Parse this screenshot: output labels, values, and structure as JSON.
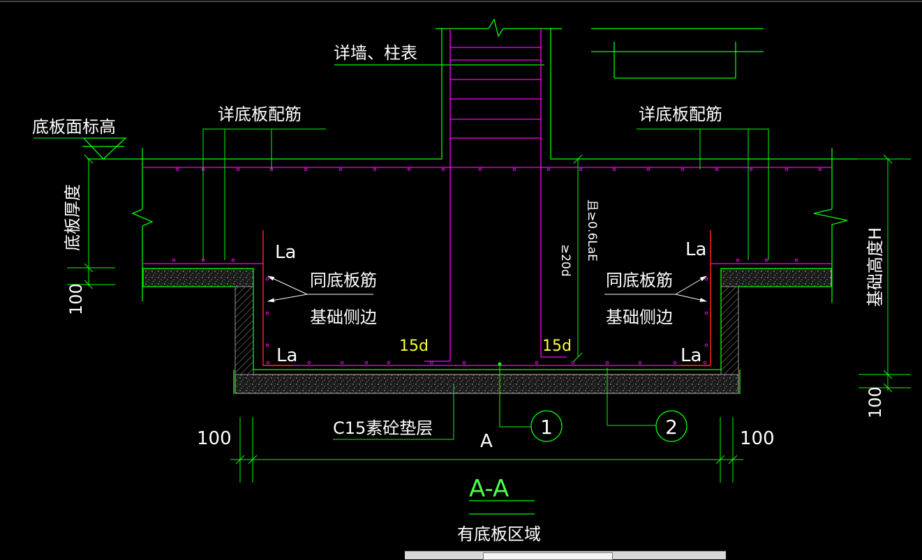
{
  "drawing": {
    "labels": {
      "wall_column_ref": "详墙、柱表",
      "slab_top_elevation": "底板面标高",
      "slab_rebar_ref_left": "详底板配筋",
      "slab_rebar_ref_right": "详底板配筋",
      "slab_thickness": "底板厚度",
      "foundation_height": "基础高度H",
      "anchor_la_1": "La",
      "anchor_la_2": "La",
      "anchor_la_3": "La",
      "anchor_la_4": "La",
      "same_as_slab_left": "同底板筋",
      "foundation_side_left": "基础侧边",
      "same_as_slab_right": "同底板筋",
      "foundation_side_right": "基础侧边",
      "hook_15d_left": "15d",
      "hook_15d_right": "15d",
      "anchor_ge_20d": "≥20d",
      "anchor_ge_06lae": "且≥0.6LaE",
      "dim_100_left_vert": "100",
      "dim_100_right_vert": "100",
      "dim_100_left_horiz": "100",
      "dim_100_right_horiz": "100",
      "dim_width_a": "A",
      "cushion_layer": "C15素砼垫层",
      "callout_1": "1",
      "callout_2": "2",
      "section_title": "A-A",
      "section_subtitle": "有底板区域"
    },
    "colors": {
      "background": "#000000",
      "outline": "#00ff00",
      "rebar": "#ff00ff",
      "dimension": "#00ff00",
      "side_rebar": "#ff0000",
      "text": "#ffffff",
      "hook_text": "#ffff33",
      "title_text": "#4cff4c",
      "concrete": "#9a9a9a"
    }
  }
}
